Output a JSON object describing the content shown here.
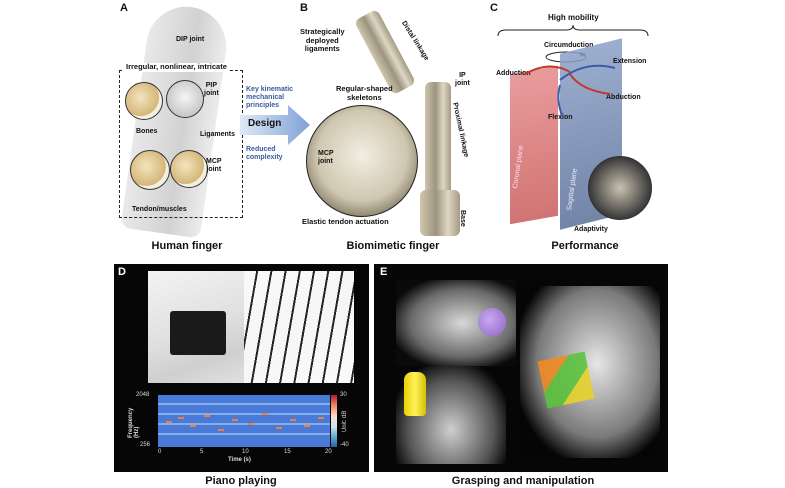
{
  "panel_a": {
    "letter": "A",
    "dip_joint": "DIP joint",
    "box_title": "Irregular, nonlinear, intricate",
    "pip_joint": "PIP\njoint",
    "bones": "Bones",
    "ligaments": "Ligaments",
    "mcp_joint": "MCP\njoint",
    "tendon": "Tendon/muscles",
    "caption": "Human finger"
  },
  "arrow": {
    "top_text": "Key kinematic\nmechanical\nprinciples",
    "design": "Design",
    "bottom_text": "Reduced\ncomplexity"
  },
  "panel_b": {
    "letter": "B",
    "ligaments_label": "Strategically\ndeployed\nligaments",
    "distal_linkage": "Distal linkage",
    "ip_joint": "IP\njoint",
    "skeletons": "Regular-shaped\nskeletons",
    "proximal_linkage": "Proximal linkage",
    "mcp_joint": "MCP\njoint",
    "base": "Base",
    "tendon_actuation": "Elastic tendon actuation",
    "caption": "Biomimetic finger"
  },
  "panel_c": {
    "letter": "C",
    "title": "High mobility",
    "circumduction": "Circumduction",
    "adduction_top": "Adduction",
    "extension": "Extension",
    "abduction": "Abduction",
    "flexion": "Flexion",
    "coronal_plane": "Coronal plane",
    "sagittal_plane": "Sagittal plane",
    "adaptivity": "Adaptivity",
    "caption": "Performance"
  },
  "panel_d": {
    "letter": "D",
    "caption": "Piano playing",
    "spectrogram": {
      "ylabel": "Frequency\n(Hz)",
      "y_top": "2048",
      "y_bottom": "256",
      "xlabel": "Time (s)",
      "x_ticks": [
        "0",
        "5",
        "10",
        "15",
        "20"
      ],
      "cbar_label": "Unit: dB",
      "cbar_top": "30",
      "cbar_bottom": "-40"
    }
  },
  "panel_e": {
    "letter": "E",
    "caption": "Grasping and manipulation"
  },
  "colors": {
    "blue_text": "#3a5a9a",
    "coronal": "#d46a6a",
    "sagittal": "#6b7fa6",
    "arrow_blue": "#7ea2d6"
  }
}
